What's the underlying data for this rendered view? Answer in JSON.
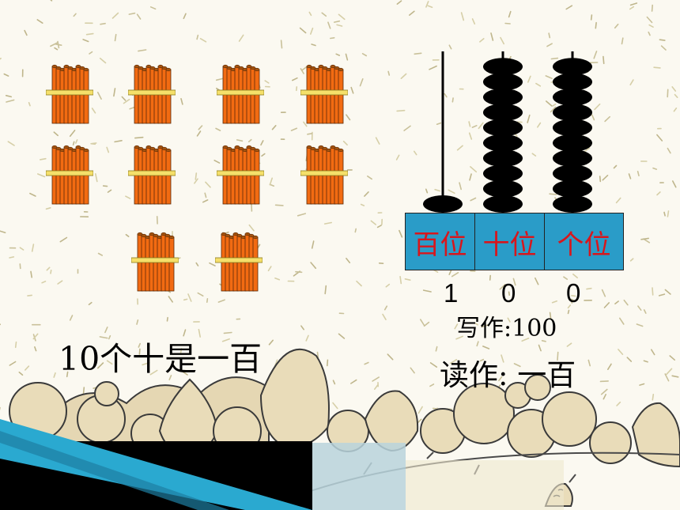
{
  "bundles": {
    "count": 10
  },
  "abacus": {
    "columns": [
      {
        "label": "百位",
        "beads": 1,
        "digit": "1"
      },
      {
        "label": "十位",
        "beads": 10,
        "digit": "0"
      },
      {
        "label": "个位",
        "beads": 10,
        "digit": "0"
      }
    ],
    "base_color": "#2a9cc8"
  },
  "text": {
    "ten_tens": "10个十是一百",
    "write_as": "写作:100",
    "read_as": "读作: 一百"
  },
  "colors": {
    "stick": "#f26b12",
    "band": "#f5e06a",
    "label_red": "#d8161c",
    "bead": "#000000"
  }
}
